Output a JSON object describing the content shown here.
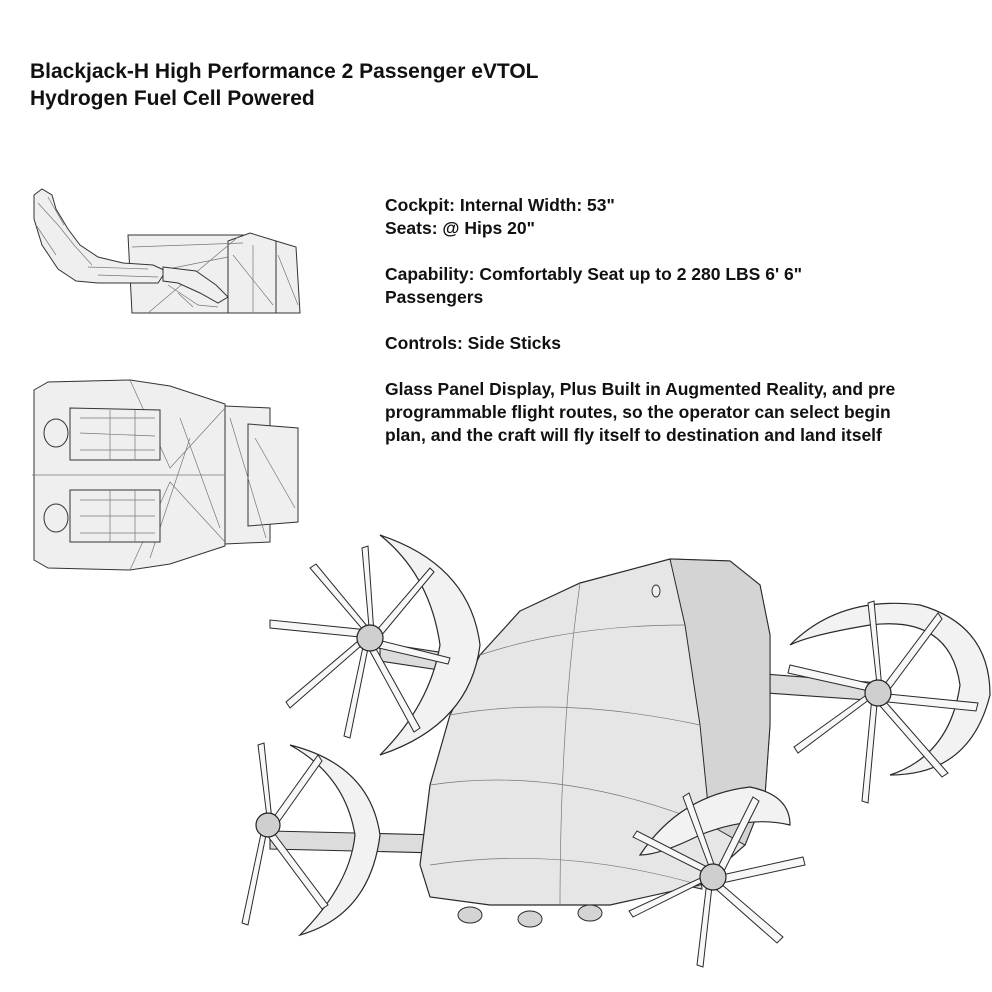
{
  "title": {
    "line1": "Blackjack-H High Performance 2 Passenger eVTOL",
    "line2": "Hydrogen Fuel Cell Powered"
  },
  "specs": {
    "cockpit": "Cockpit: Internal Width: 53\"",
    "seats": "Seats: @ Hips 20\"",
    "capability_line1": "Capability: Comfortably Seat up to 2 280 LBS 6' 6\"",
    "capability_line2": "Passengers",
    "controls": "Controls: Side Sticks",
    "display_line1": "Glass Panel Display, Plus Built in Augmented Reality, and pre",
    "display_line2": "programmable flight routes, so the operator can select begin",
    "display_line3": "plan, and the craft will fly itself to destination and land itself"
  }
}
